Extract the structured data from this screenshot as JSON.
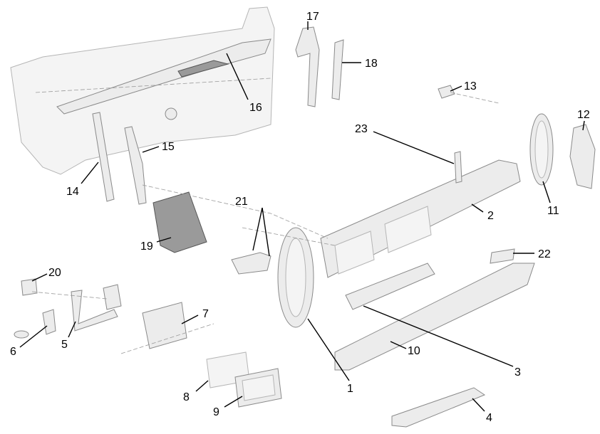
{
  "diagram": {
    "type": "exploded-parts-view",
    "callouts": [
      {
        "id": "c1",
        "label": "1"
      },
      {
        "id": "c2",
        "label": "2"
      },
      {
        "id": "c3",
        "label": "3"
      },
      {
        "id": "c4",
        "label": "4"
      },
      {
        "id": "c5",
        "label": "5"
      },
      {
        "id": "c6",
        "label": "6"
      },
      {
        "id": "c7",
        "label": "7"
      },
      {
        "id": "c8",
        "label": "8"
      },
      {
        "id": "c9",
        "label": "9"
      },
      {
        "id": "c10",
        "label": "10"
      },
      {
        "id": "c11",
        "label": "11"
      },
      {
        "id": "c12",
        "label": "12"
      },
      {
        "id": "c13",
        "label": "13"
      },
      {
        "id": "c14",
        "label": "14"
      },
      {
        "id": "c15",
        "label": "15"
      },
      {
        "id": "c16",
        "label": "16"
      },
      {
        "id": "c17",
        "label": "17"
      },
      {
        "id": "c18",
        "label": "18"
      },
      {
        "id": "c19",
        "label": "19"
      },
      {
        "id": "c20",
        "label": "20"
      },
      {
        "id": "c21",
        "label": "21"
      },
      {
        "id": "c22",
        "label": "22"
      },
      {
        "id": "c23",
        "label": "23"
      }
    ]
  }
}
